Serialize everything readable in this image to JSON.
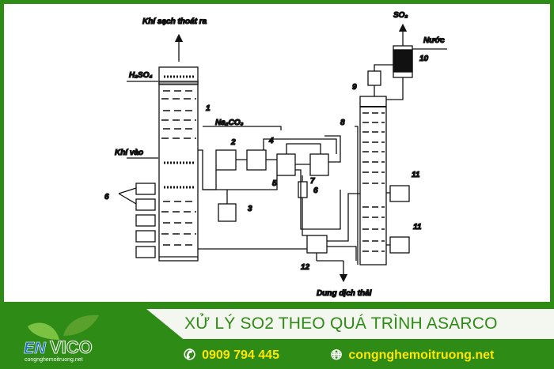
{
  "diagram": {
    "labels": {
      "clean_gas_out": "Khí sạch thoát ra",
      "h2so4": "H₂SO₄",
      "gas_in": "Khí vào",
      "na2co3": "Na₂CO₃",
      "so2": "SO₂",
      "water": "Nước",
      "waste_solution": "Dung dịch thải"
    },
    "numbers": [
      "1",
      "2",
      "3",
      "4",
      "5",
      "6",
      "6",
      "7",
      "8",
      "9",
      "10",
      "11",
      "11",
      "12"
    ]
  },
  "banner": {
    "title": "XỬ LÝ SO2 THEO QUÁ TRÌNH ASARCO",
    "phone": "0909 794 445",
    "website": "congnghemoitruong.net",
    "logo_text": "ENVICO",
    "logo_subtext": "congnghemoitruong.net"
  },
  "colors": {
    "brand_green": "#2e8b16",
    "accent_yellow": "#ffe600"
  }
}
